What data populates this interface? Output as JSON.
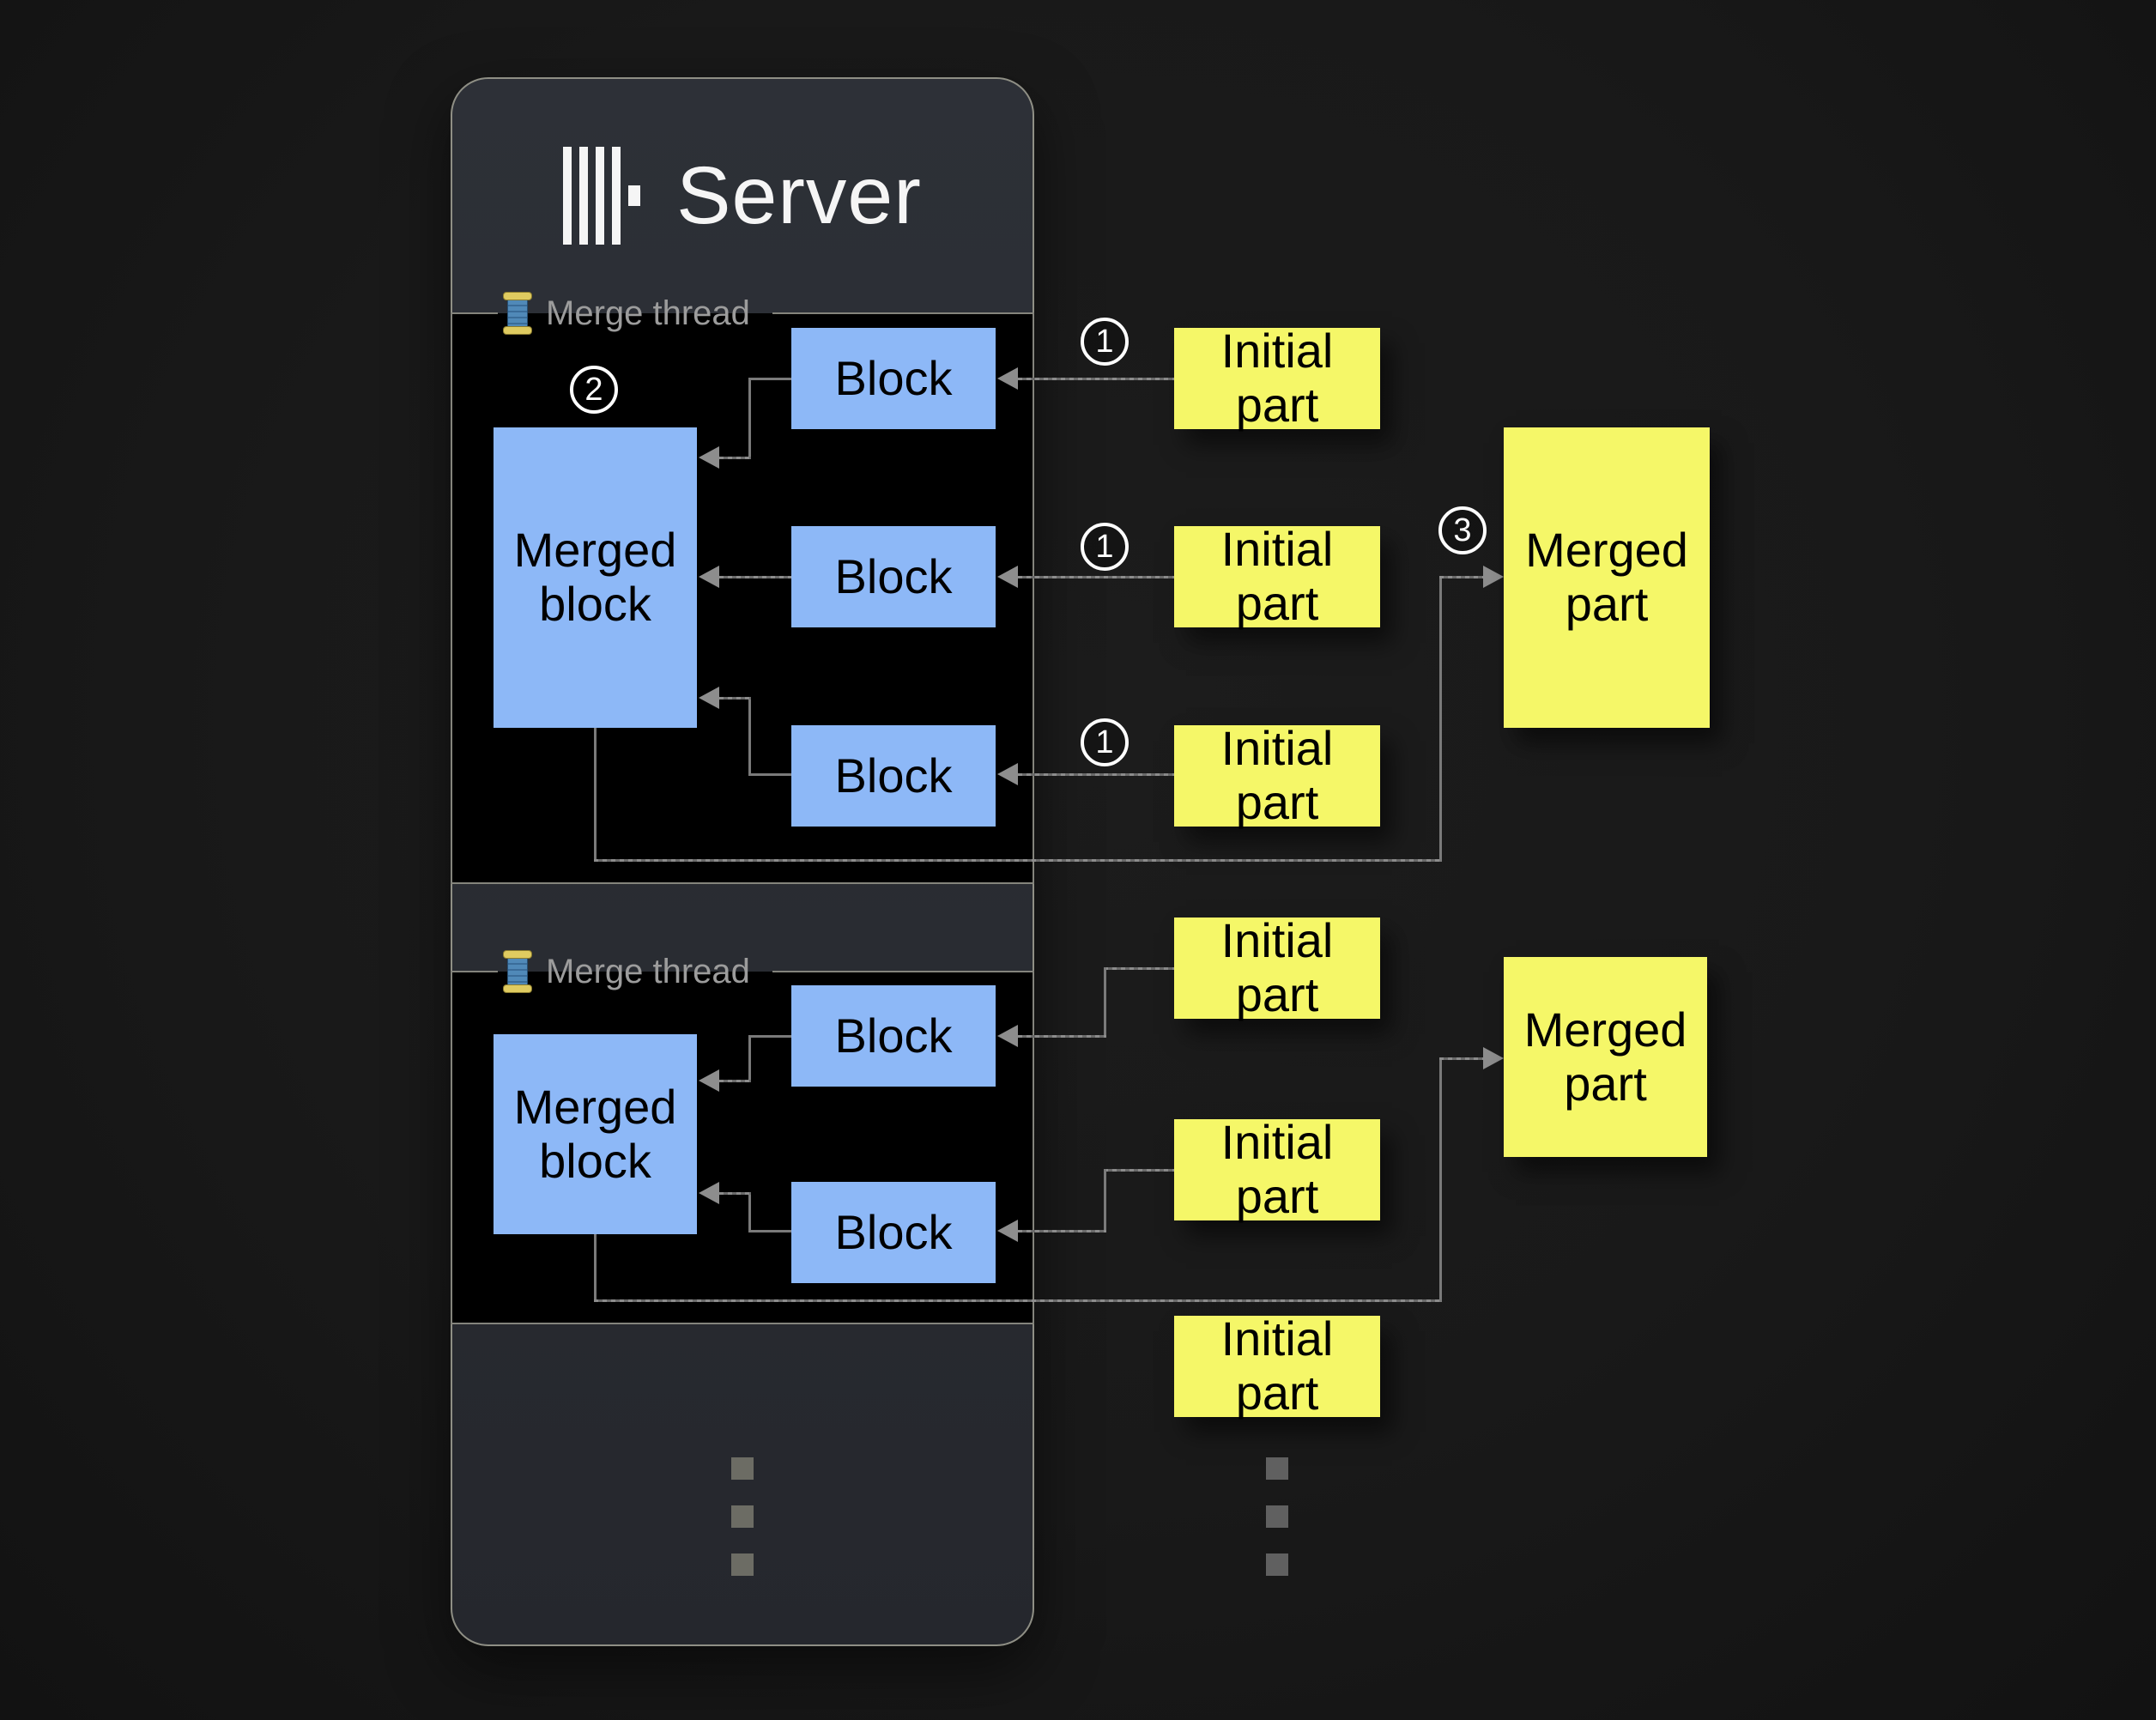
{
  "server": {
    "title": "Server"
  },
  "threads": [
    {
      "label": "Merge thread",
      "merged_label": "Merged block",
      "blocks": [
        "Block",
        "Block",
        "Block"
      ]
    },
    {
      "label": "Merge thread",
      "merged_label": "Merged block",
      "blocks": [
        "Block",
        "Block"
      ]
    }
  ],
  "groups": [
    {
      "initial": [
        "Initial part",
        "Initial part",
        "Initial part"
      ],
      "merged": "Merged part"
    },
    {
      "initial": [
        "Initial part",
        "Initial part",
        "Initial part"
      ],
      "merged": "Merged part"
    }
  ],
  "steps": {
    "receive": "1",
    "merge": "2",
    "write": "3"
  },
  "icons": {
    "server_logo": "clickhouse-bars-logo",
    "thread": "thread-spool-icon",
    "ellipsis": "vertical-ellipsis-dots"
  },
  "colors": {
    "background": "#191919",
    "panel": "#2a2d33",
    "panel_border": "#8f8f85",
    "thread_box": "#000000",
    "thread_box_border": "#84847c",
    "block_fill": "#8db8f7",
    "part_fill": "#f5f768",
    "connector": "#7a7a7a",
    "label_gray": "#9c9c9c",
    "title_white": "#f5f5f5"
  }
}
